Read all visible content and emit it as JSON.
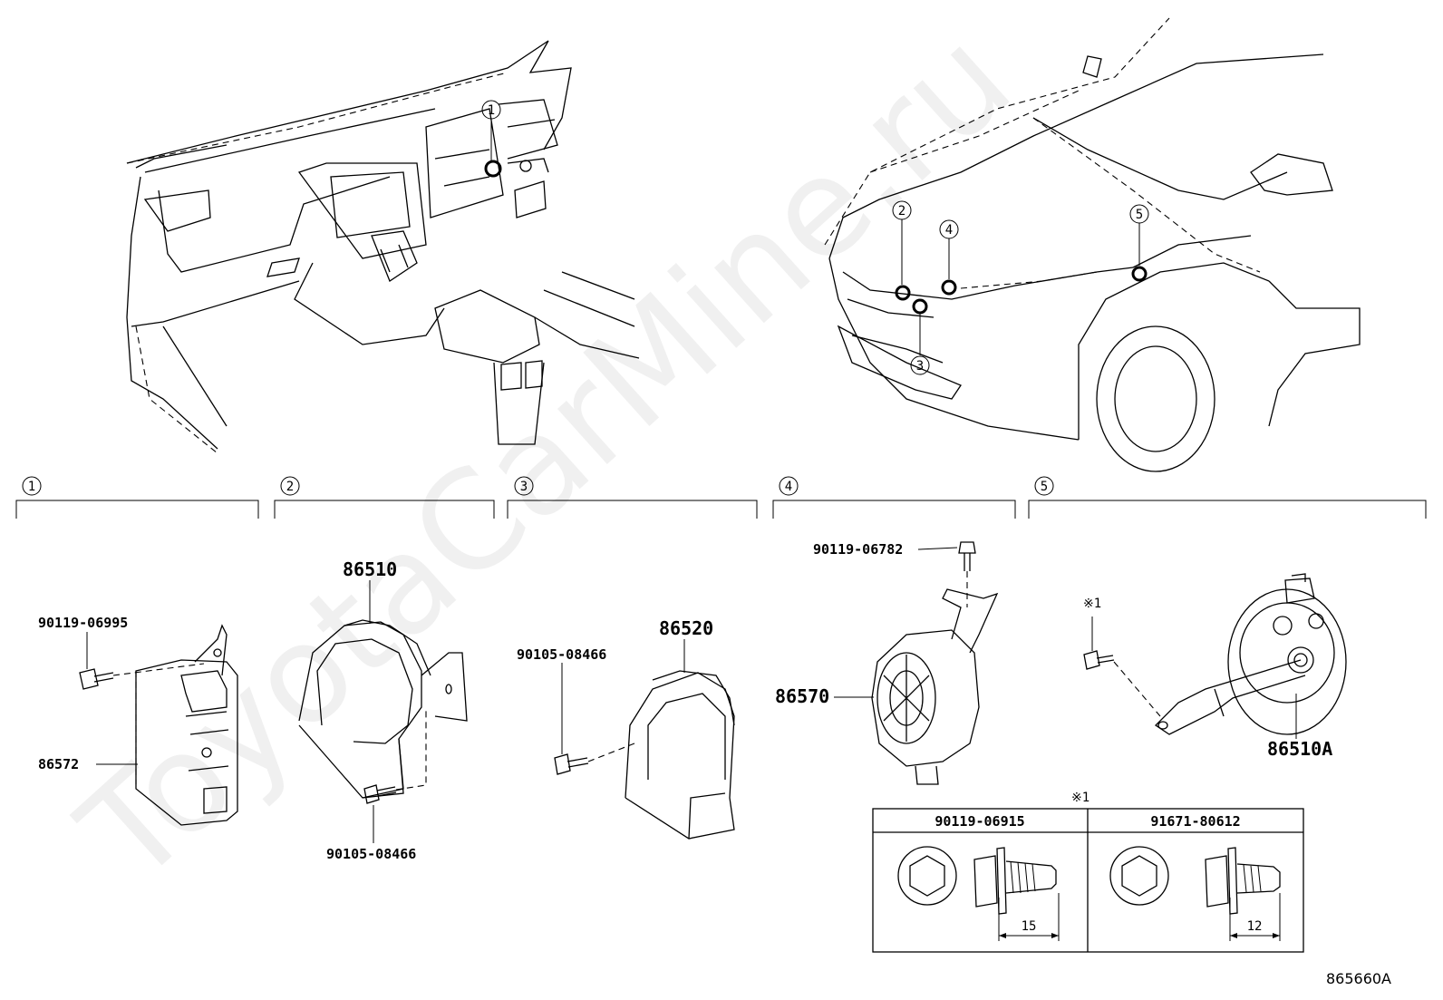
{
  "watermark": "ToyotaCarMine.ru",
  "diagram_id": "865660A",
  "callouts": [
    "1",
    "2",
    "3",
    "4",
    "5"
  ],
  "sections": [
    {
      "marker": "1"
    },
    {
      "marker": "2"
    },
    {
      "marker": "3"
    },
    {
      "marker": "4"
    },
    {
      "marker": "5"
    }
  ],
  "parts": {
    "p_86572": "86572",
    "p_90119_06995": "90119-06995",
    "p_86510": "86510",
    "p_90105_08466_a": "90105-08466",
    "p_90105_08466_b": "90105-08466",
    "p_86520": "86520",
    "p_90119_06782": "90119-06782",
    "p_86570": "86570",
    "p_86510A": "86510A",
    "note_ref": "※1"
  },
  "fastener_table": {
    "title": "※1",
    "columns": [
      {
        "part": "90119-06915",
        "length": "15"
      },
      {
        "part": "91671-80612",
        "length": "12"
      }
    ]
  }
}
